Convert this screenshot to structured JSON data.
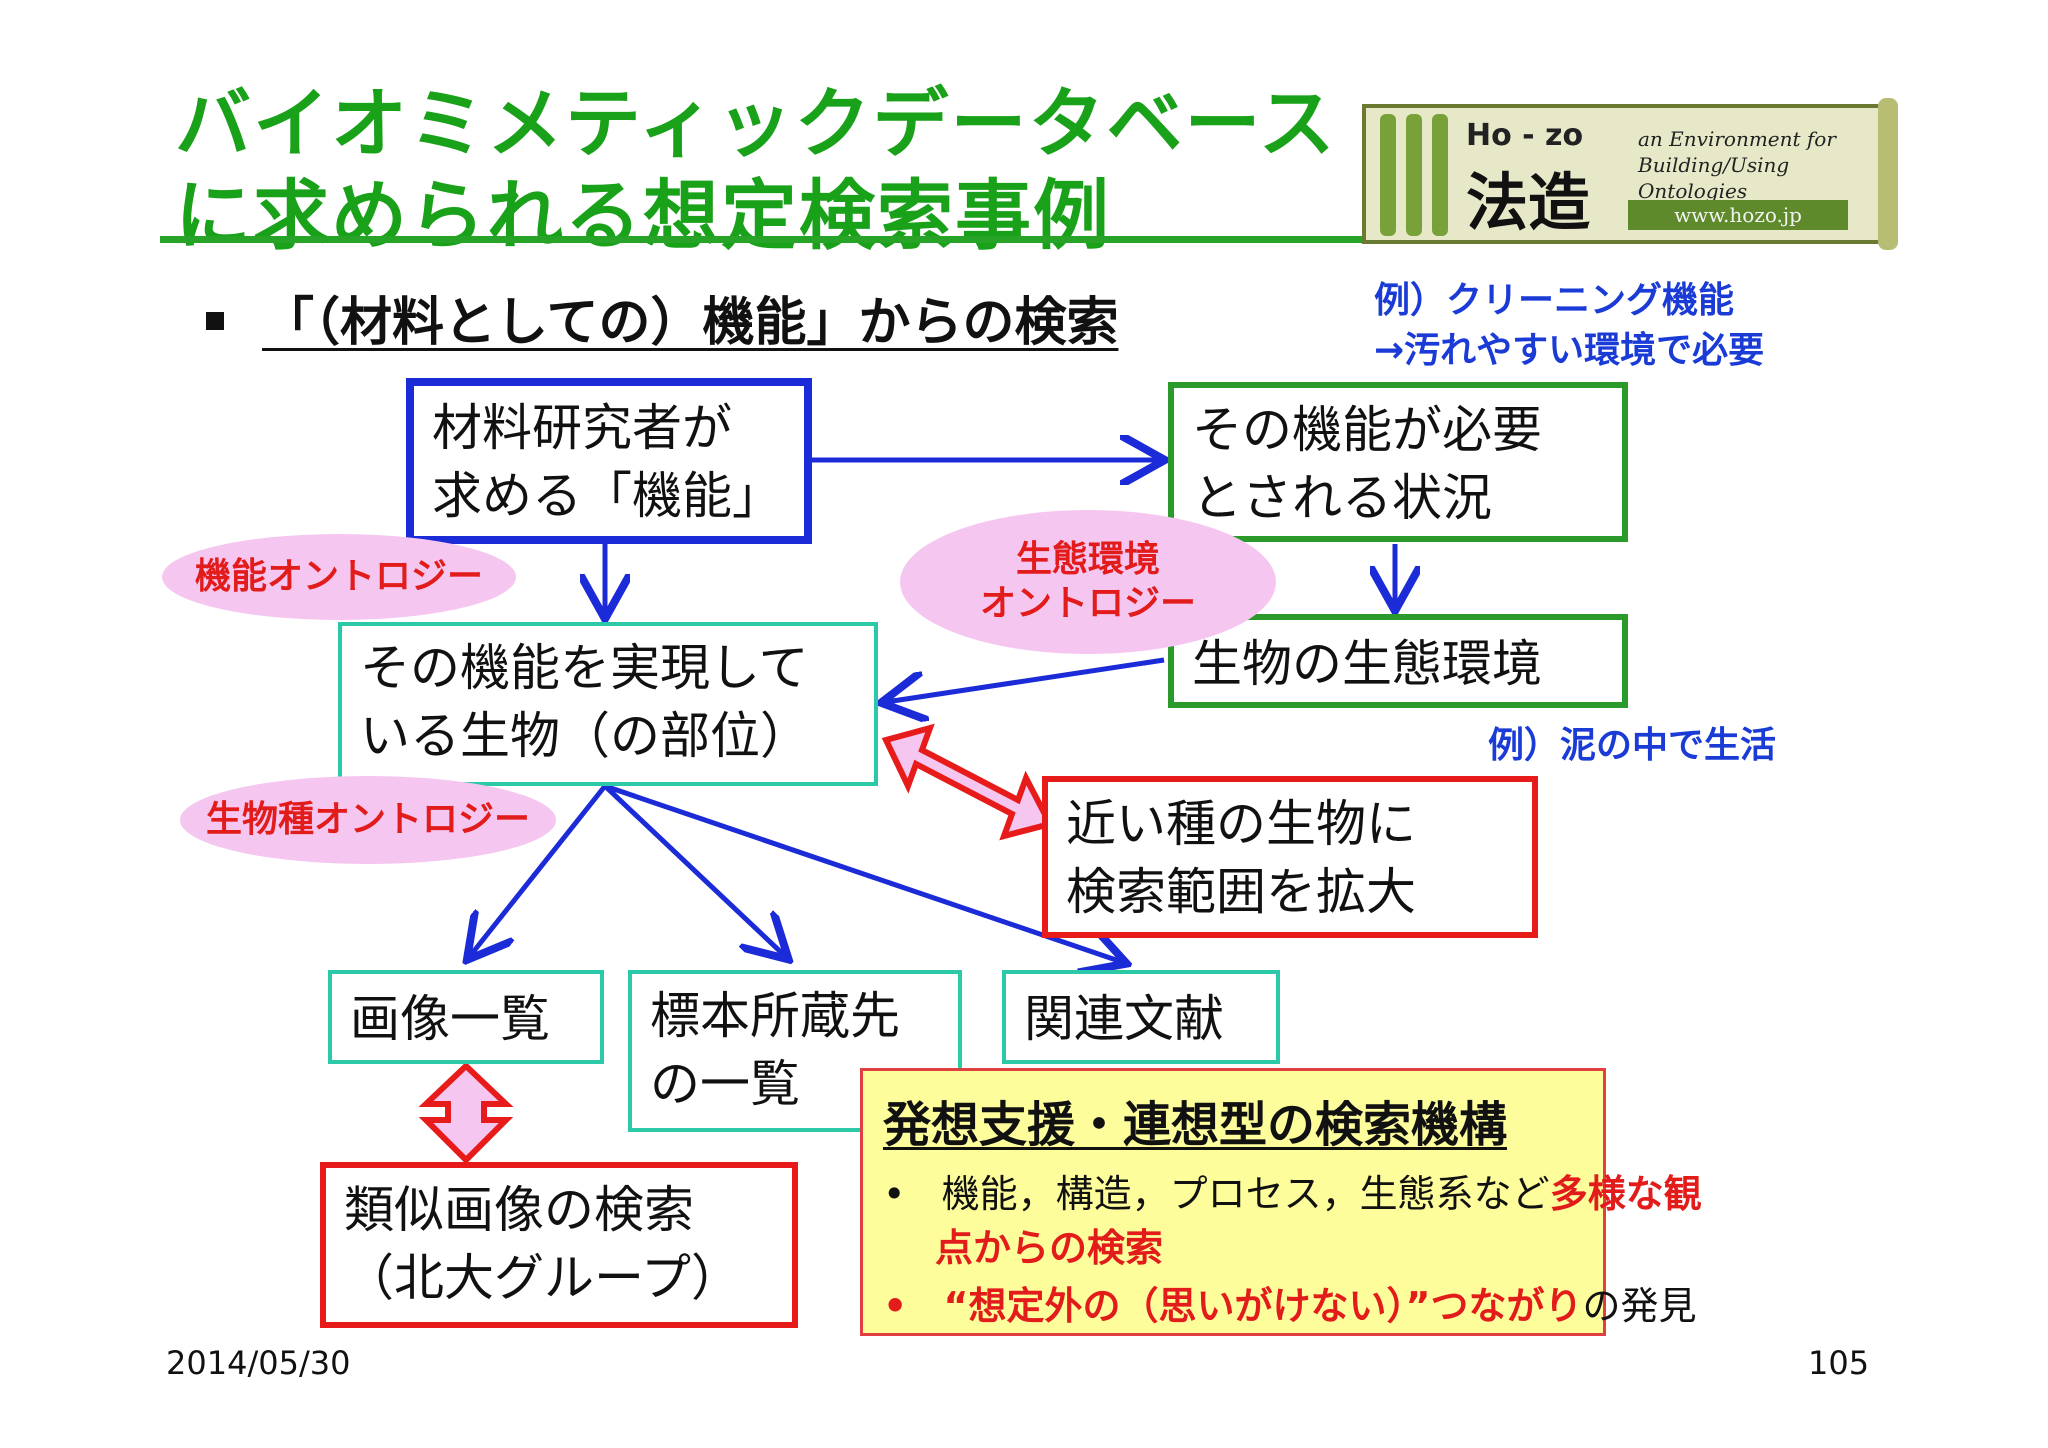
{
  "slide": {
    "title_line1": "バイオミメティックデータベース",
    "title_line2": "に求められる想定検索事例",
    "subtitle": "「（材料としての）機能」からの検索",
    "example_top_line1": "例）クリーニング機能",
    "example_top_line2": "→汚れやすい環境で必要",
    "example_mid": "例）泥の中で生活",
    "date": "2014/05/30",
    "page_number": "105"
  },
  "logo": {
    "ho_zo": "Ho - zo",
    "kanji": "法造",
    "env_line1": "an Environment for",
    "env_line2": "Building/Using Ontologies",
    "url": "www.hozo.jp"
  },
  "boxes": {
    "researcher_line1": "材料研究者が",
    "researcher_line2": "求める「機能」",
    "situation_line1": "その機能が必要",
    "situation_line2": "とされる状況",
    "organism_line1": "その機能を実現して",
    "organism_line2": "いる生物（の部位）",
    "ecology": "生物の生態環境",
    "expand_line1": "近い種の生物に",
    "expand_line2": "検索範囲を拡大",
    "images": "画像一覧",
    "specimen_line1": "標本所蔵先",
    "specimen_line2": "の一覧",
    "literature": "関連文献",
    "similar_line1": "類似画像の検索",
    "similar_line2": "（北大グループ）"
  },
  "ontologies": {
    "function": "機能オントロジー",
    "ecology_line1": "生態環境",
    "ecology_line2": "オントロジー",
    "species": "生物種オントロジー"
  },
  "callout": {
    "heading": "発想支援・連想型の検索機構",
    "bullet1_normal": "機能，構造，プロセス，生態系など",
    "bullet1_red": "多様な観",
    "bullet1_red_line2": "点からの検索",
    "bullet2_red": "“想定外の（思いがけない）”つながり",
    "bullet2_normal": "の発見",
    "bullet_symbol": "•"
  },
  "colors": {
    "title_green": "#1aa11a",
    "arrow_blue": "#1b2bd8",
    "emphasis_red": "#e21b1b",
    "teal_border": "#2bc9a8",
    "callout_yellow": "#fdfd9c",
    "ellipse_pink": "#f5c6f0"
  }
}
